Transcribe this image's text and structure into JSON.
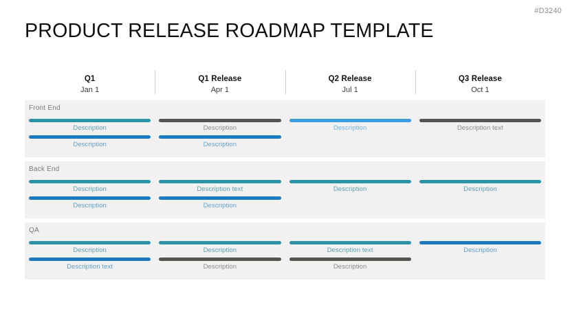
{
  "doc_code": "#D3240",
  "title": "PRODUCT RELEASE ROADMAP TEMPLATE",
  "timeline": {
    "columns": [
      {
        "title": "Q1",
        "date": "Jan 1"
      },
      {
        "title": "Q1 Release",
        "date": "Apr 1"
      },
      {
        "title": "Q2 Release",
        "date": "Jul 1"
      },
      {
        "title": "Q3 Release",
        "date": "Oct 1"
      }
    ]
  },
  "lanes": [
    {
      "label": "Front End",
      "rows": [
        [
          {
            "label": "Description",
            "color": "teal",
            "visible": true
          },
          {
            "label": "Description",
            "color": "gray",
            "visible": true
          },
          {
            "label": "Description",
            "color": "ltblue",
            "visible": true
          },
          {
            "label": "Description text",
            "color": "gray",
            "visible": true
          }
        ],
        [
          {
            "label": "Description",
            "color": "blue",
            "visible": true
          },
          {
            "label": "Description",
            "color": "blue",
            "visible": true
          },
          {
            "label": "",
            "color": "blue",
            "visible": false
          },
          {
            "label": "",
            "color": "blue",
            "visible": false
          }
        ]
      ]
    },
    {
      "label": "Back End",
      "rows": [
        [
          {
            "label": "Description",
            "color": "teal",
            "visible": true
          },
          {
            "label": "Description text",
            "color": "teal",
            "visible": true
          },
          {
            "label": "Description",
            "color": "teal",
            "visible": true
          },
          {
            "label": "Description",
            "color": "teal",
            "visible": true
          }
        ],
        [
          {
            "label": "Description",
            "color": "blue",
            "visible": true
          },
          {
            "label": "Description",
            "color": "blue",
            "visible": true
          },
          {
            "label": "",
            "color": "blue",
            "visible": false
          },
          {
            "label": "",
            "color": "blue",
            "visible": false
          }
        ]
      ]
    },
    {
      "label": "QA",
      "rows": [
        [
          {
            "label": "Description",
            "color": "teal",
            "visible": true
          },
          {
            "label": "Description",
            "color": "teal",
            "visible": true
          },
          {
            "label": "Description text",
            "color": "teal",
            "visible": true
          },
          {
            "label": "Description",
            "color": "blue",
            "visible": true
          }
        ],
        [
          {
            "label": "Description text",
            "color": "blue",
            "visible": true
          },
          {
            "label": "Description",
            "color": "gray",
            "visible": true
          },
          {
            "label": "Description",
            "color": "gray",
            "visible": true
          },
          {
            "label": "",
            "color": "blue",
            "visible": false
          }
        ]
      ]
    }
  ],
  "colors": {
    "teal": "#2b92a8",
    "blue": "#1b7ac2",
    "ltblue": "#3d9de0",
    "gray": "#56534f",
    "band": "#f1f1f1",
    "divider": "#cfcfcf"
  }
}
